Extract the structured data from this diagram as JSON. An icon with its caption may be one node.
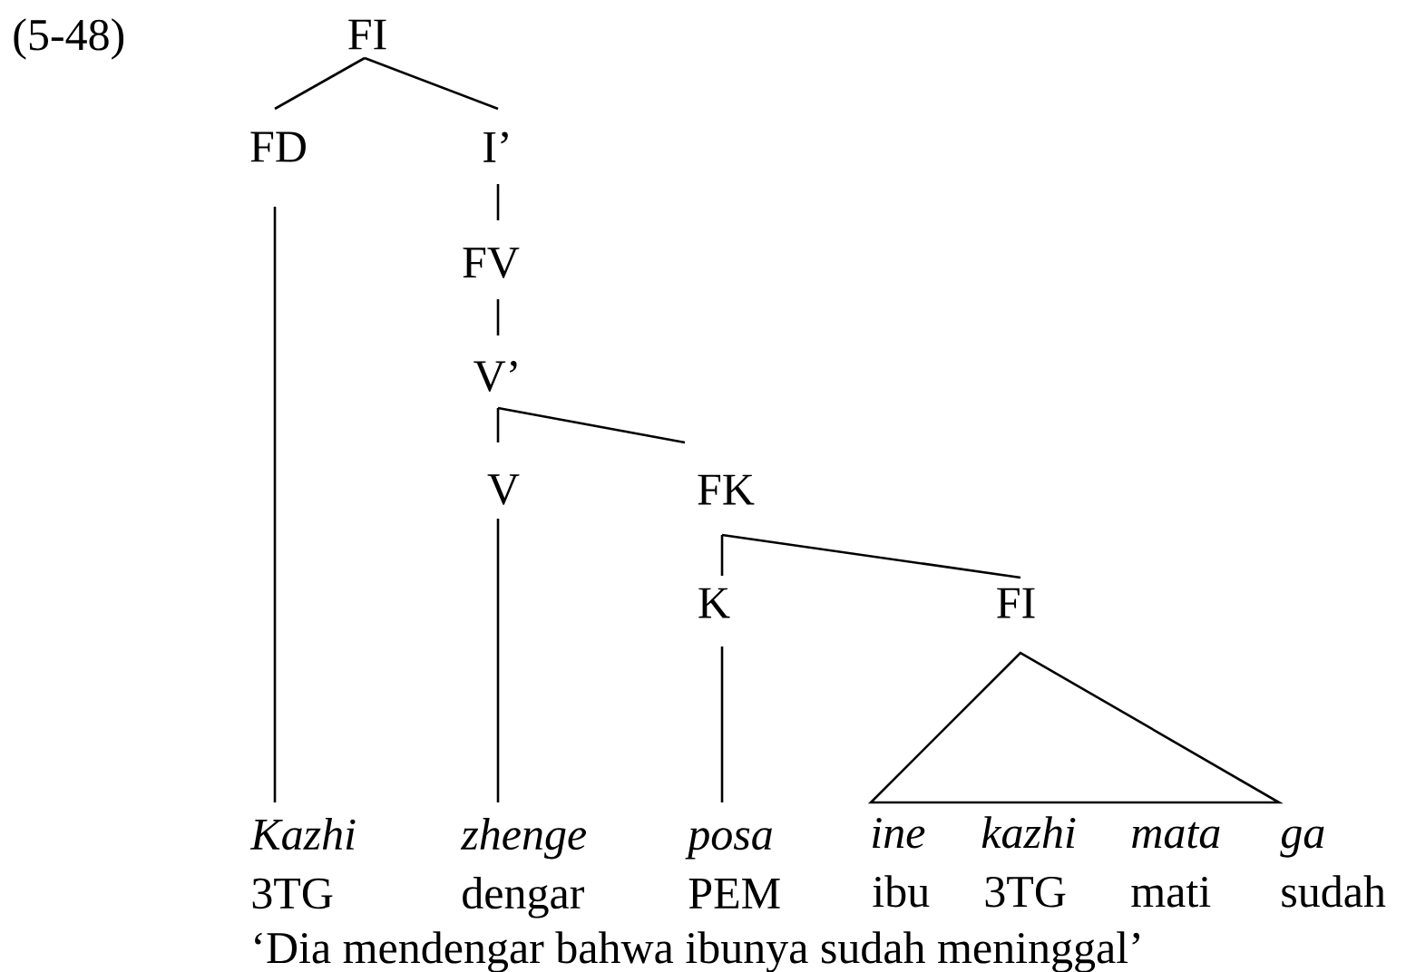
{
  "diagram": {
    "nodes": [
      {
        "text": [
          "FI"
        ]
      },
      {
        "text": [
          "FD"
        ]
      },
      {
        "text": [
          "I’"
        ]
      },
      {
        "text": [
          "FV"
        ]
      },
      {
        "text": [
          "V’"
        ]
      },
      {
        "text": [
          "V"
        ]
      },
      {
        "text": [
          "FK"
        ]
      },
      {
        "text": [
          "K"
        ]
      },
      {
        "text": [
          "FI"
        ]
      },
      {
        "text": [
          "Kazhi",
          "3TG"
        ]
      },
      {
        "text": [
          "zhenge",
          "dengar"
        ]
      },
      {
        "text": [
          "posa",
          "PEM"
        ]
      }
    ],
    "edges": [
      {
        "from": 0,
        "to": 1,
        "arrow": "none"
      },
      {
        "from": 0,
        "to": 2,
        "arrow": "none"
      },
      {
        "from": 2,
        "to": 3,
        "arrow": "none"
      },
      {
        "from": 3,
        "to": 4,
        "arrow": "none"
      },
      {
        "from": 4,
        "to": 5,
        "arrow": "none"
      },
      {
        "from": 4,
        "to": 6,
        "arrow": "none"
      },
      {
        "from": 6,
        "to": 7,
        "arrow": "none"
      },
      {
        "from": 6,
        "to": 8,
        "arrow": "none"
      },
      {
        "from": 1,
        "to": 9,
        "arrow": "none"
      },
      {
        "from": 5,
        "to": 10,
        "arrow": "none"
      },
      {
        "from": 7,
        "to": 11,
        "arrow": "none"
      }
    ],
    "labels": [
      "(5-48)",
      "ine",
      "kazhi",
      "mata",
      "ga",
      "ibu",
      "3TG",
      "mati",
      "sudah",
      "‘Dia mendengar bahwa ibunya sudah meninggal’"
    ]
  }
}
